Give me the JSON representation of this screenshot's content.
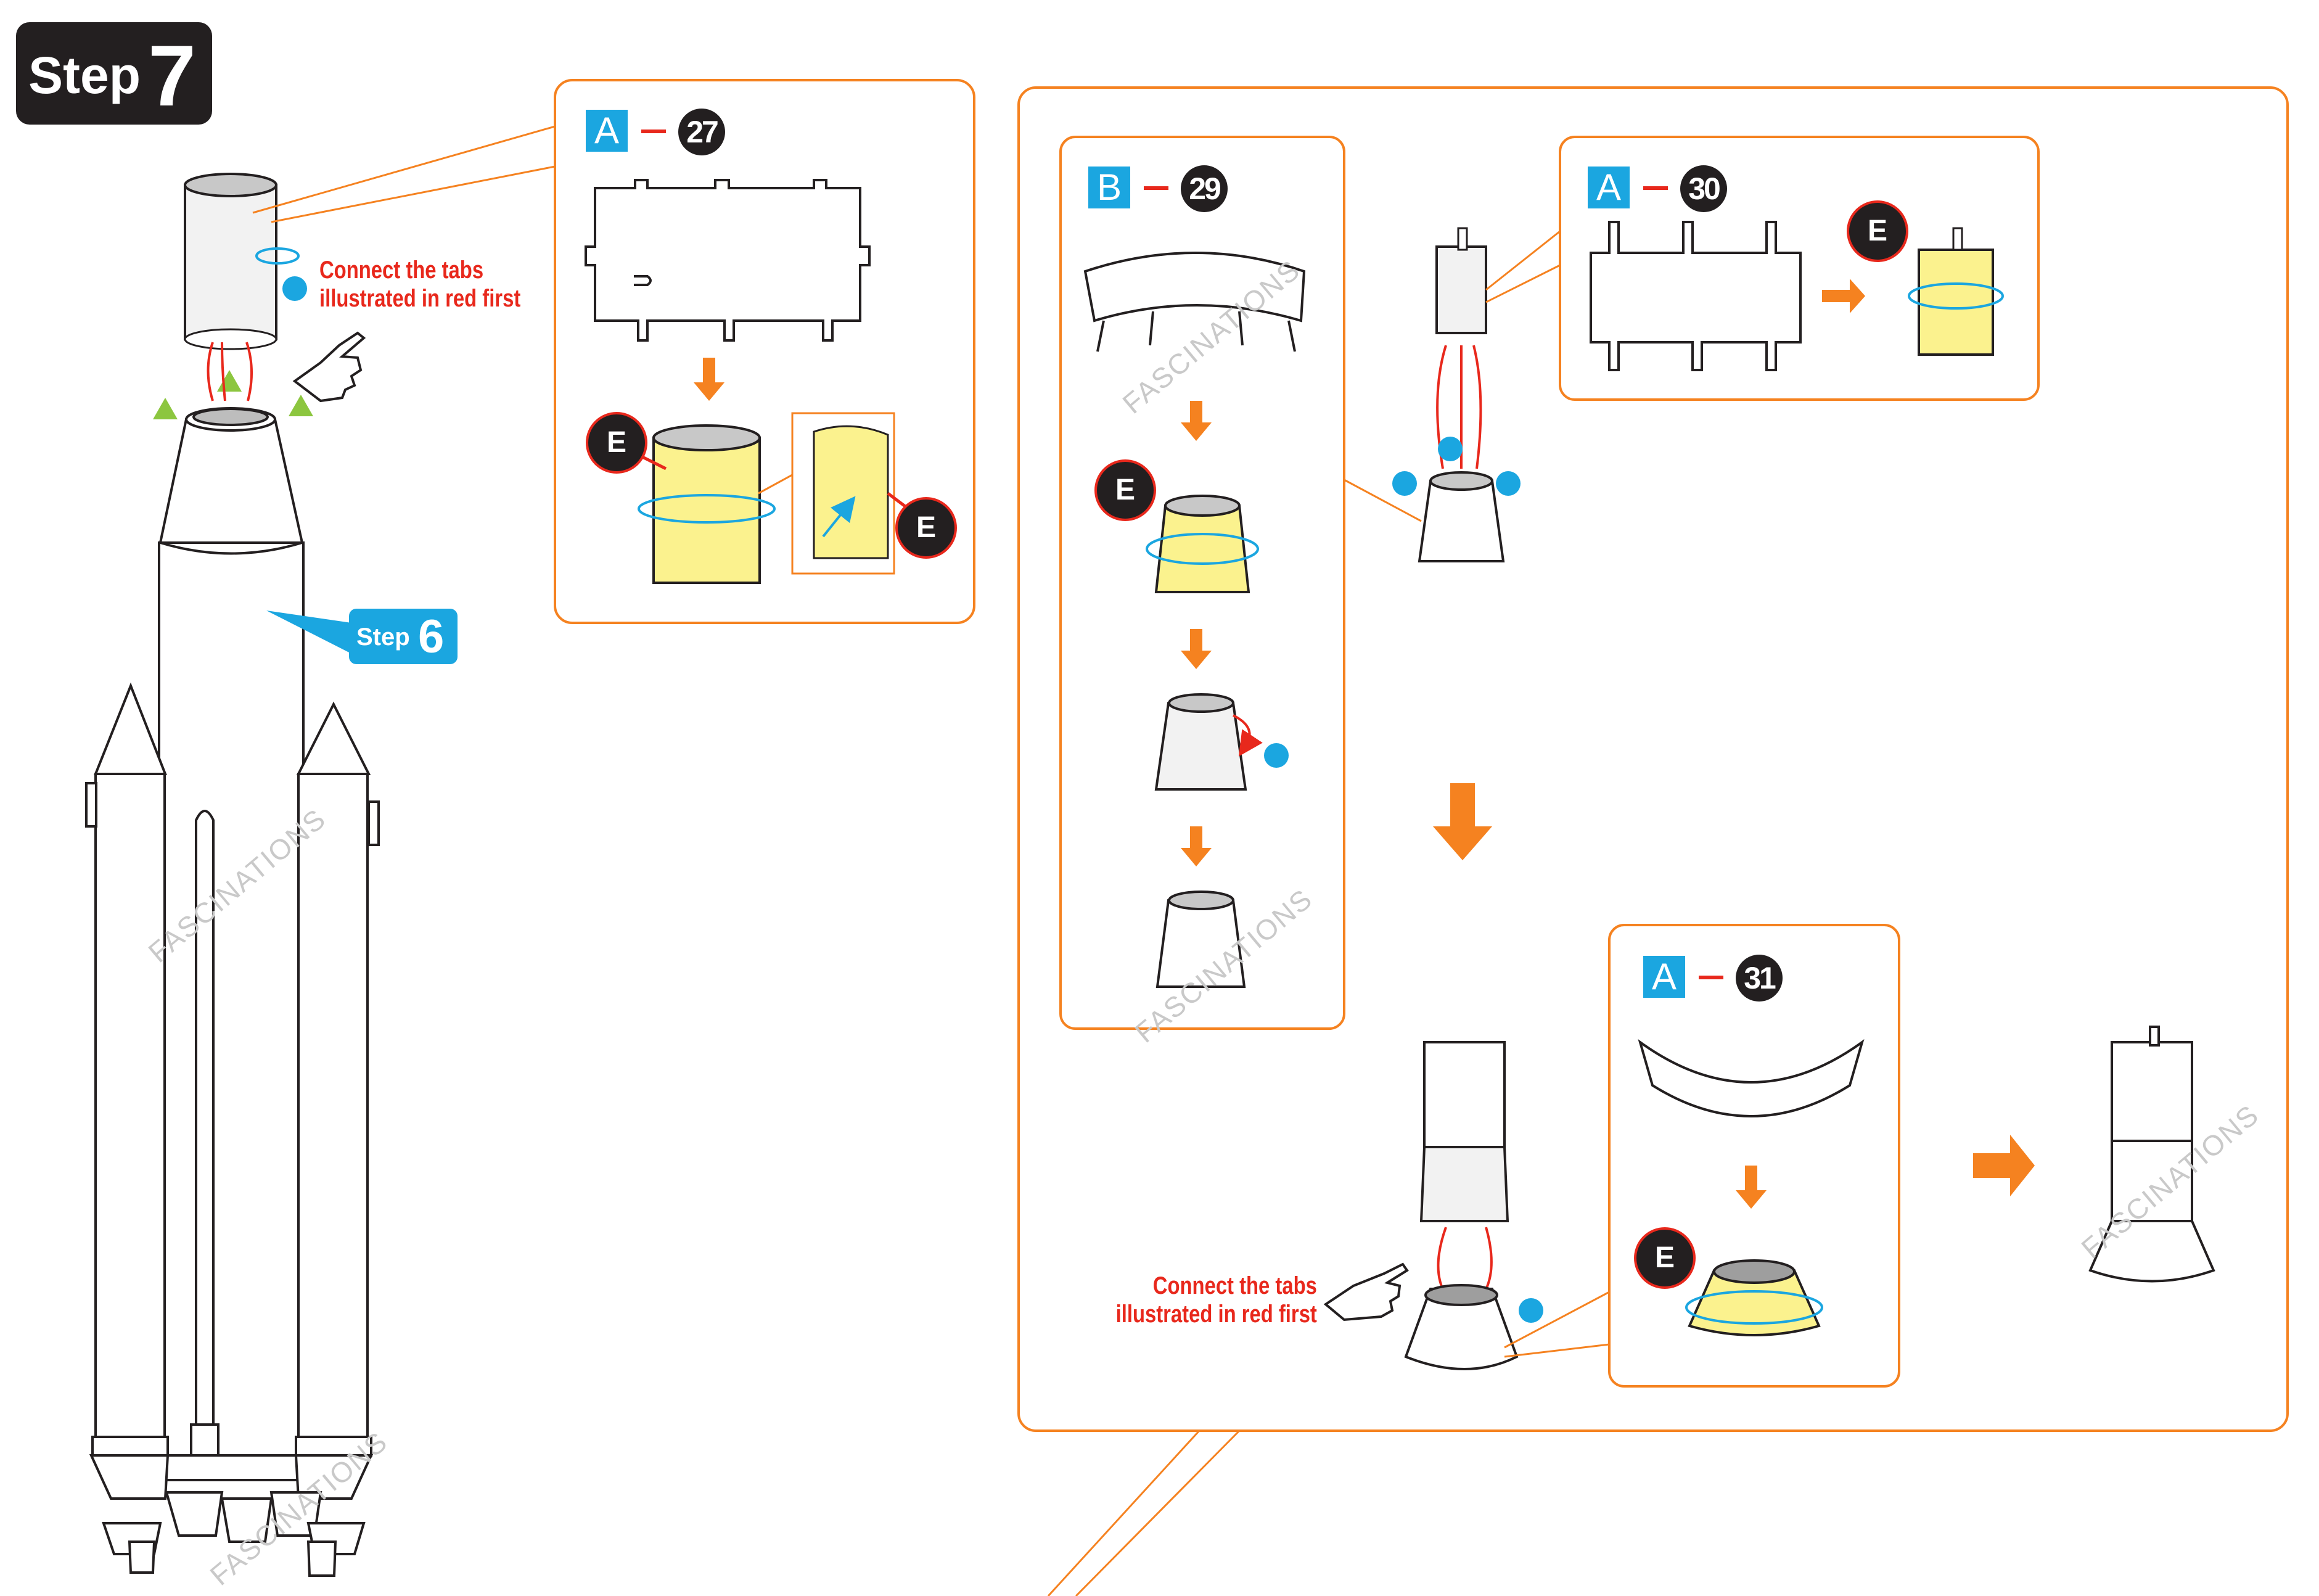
{
  "step": {
    "word": "Step",
    "number": "7"
  },
  "previous_step": {
    "word": "Step",
    "number": "6"
  },
  "instruction_note": "Connect the tabs illustrated in red first",
  "instruction_note_lines": [
    "Connect the tabs",
    "illustrated in red first"
  ],
  "parts": [
    {
      "sheet": "A",
      "number": "27"
    },
    {
      "sheet": "B",
      "number": "29"
    },
    {
      "sheet": "A",
      "number": "30"
    },
    {
      "sheet": "A",
      "number": "31"
    }
  ],
  "edge_marker": "E",
  "watermark": "FASCINATIONS",
  "colors": {
    "orange": "#f58220",
    "blue": "#1ba6e0",
    "red": "#e8281c",
    "yellow": "#fbf28e",
    "green": "#8cc63f",
    "dark": "#231f20"
  }
}
